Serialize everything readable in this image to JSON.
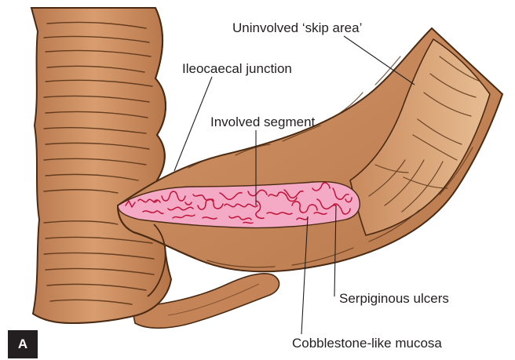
{
  "figure": {
    "panel_letter": "A",
    "labels": {
      "skip_area": "Uninvolved ‘skip area’",
      "ileocaecal_junction": "Ileocaecal junction",
      "involved_segment": "Involved segment",
      "serpiginous_ulcers": "Serpiginous ulcers",
      "cobblestone_mucosa": "Cobblestone-like mucosa"
    }
  },
  "colors": {
    "bowel_wall": "#c8875c",
    "bowel_shadow": "#a86a40",
    "bowel_highlight": "#e3b48a",
    "fold_lines": "#5a3418",
    "outline": "#4a2a12",
    "inflamed_mucosa": "#f4a9c4",
    "ulcer_lines": "#c0123a",
    "leader_lines": "#231f20"
  },
  "icons": {
    "panel": "panel-letter-badge"
  }
}
